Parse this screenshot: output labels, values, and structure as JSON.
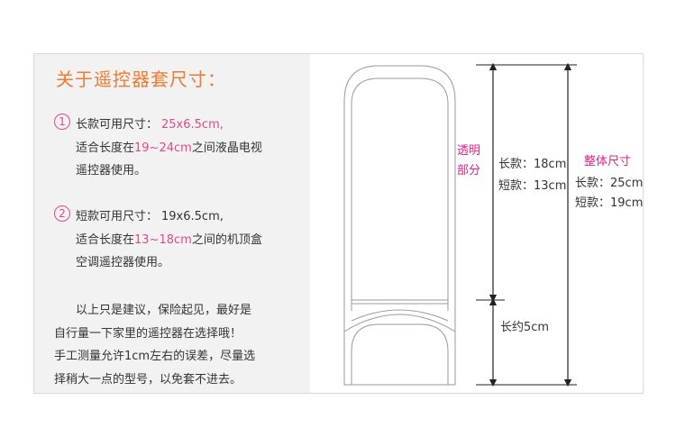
{
  "title": "关于遥控器套尺寸：",
  "spec1": {
    "number": "1",
    "line1_label": "长款可用尺寸：",
    "line1_size": "25x6.5cm,",
    "line2_pre": "适合长度在",
    "line2_range": "19~24cm",
    "line2_post": "之间液晶电视",
    "line3": "遥控器使用。"
  },
  "spec2": {
    "number": "2",
    "line1_label": "短款可用尺寸：",
    "line1_size": "19x6.5cm,",
    "line2_pre": "适合长度在",
    "line2_range": "13~18cm",
    "line2_post": "之间的机顶盒",
    "line3": "空调遥控器使用。"
  },
  "note": {
    "line1": "以上只是建议，保险起见，最好是",
    "line2": "自行量一下家里的遥控器在选择哦！",
    "line3": "手工测量允许1cm左右的误差，尽量选",
    "line4": "择稍大一点的型号，以免套不进去。"
  },
  "diagram": {
    "transparent_line1": "透明",
    "transparent_line2": "部分",
    "transparent_long": "长款：18cm",
    "transparent_short": "短款：13cm",
    "bottom_length": "长约5cm",
    "overall_title": "整体尺寸",
    "overall_long": "长款：25cm",
    "overall_short": "短款：19cm",
    "accent_color": "#e0208a"
  }
}
